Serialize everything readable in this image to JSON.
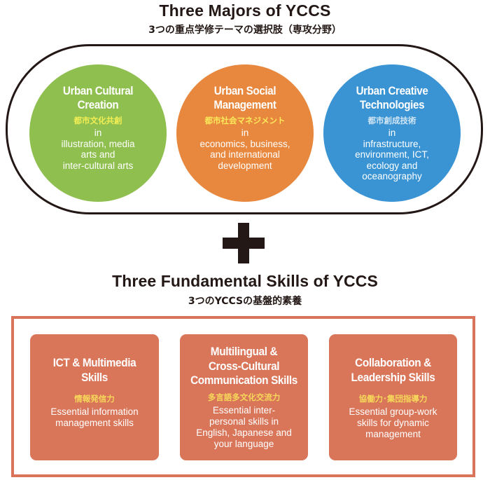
{
  "majors": {
    "title": "Three Majors of YCCS",
    "subtitle": "3つの重点学修テーマの選択肢（専攻分野）",
    "items": [
      {
        "name_line1": "Urban Cultural",
        "name_line2": "Creation",
        "jp": "都市文化共創",
        "desc": [
          "in",
          "illustration, media",
          "arts and",
          "inter-cultural arts"
        ],
        "color": "#8fbf4f"
      },
      {
        "name_line1": "Urban Social",
        "name_line2": "Management",
        "jp": "都市社会マネジメント",
        "desc": [
          "in",
          "economics, business,",
          "and international",
          "development"
        ],
        "color": "#e8883f"
      },
      {
        "name_line1": "Urban Creative",
        "name_line2": "Technologies",
        "jp": "都市創成技術",
        "desc": [
          "in",
          "infrastructure,",
          "environment, ICT,",
          "ecology and",
          "oceanography"
        ],
        "color": "#3a94d4"
      }
    ]
  },
  "connector": {
    "symbol": "plus-icon"
  },
  "skills": {
    "title": "Three Fundamental Skills of YCCS",
    "subtitle": "3つのYCCSの基盤的素養",
    "accent": "#d97558",
    "items": [
      {
        "name": [
          "ICT & Multimedia",
          "Skills"
        ],
        "jp": "情報発信力",
        "desc": [
          "Essential information",
          "management skills"
        ]
      },
      {
        "name": [
          "Multilingual &",
          "Cross-Cultural",
          "Communication Skills"
        ],
        "jp": "多言語多文化交流力",
        "desc": [
          "Essential inter-",
          "personal skills in",
          "English, Japanese and",
          "your language"
        ]
      },
      {
        "name": [
          "Collaboration &",
          "Leadership Skills"
        ],
        "jp": "協働力･集団指導力",
        "desc": [
          "Essential group-work",
          "skills for dynamic",
          "management"
        ]
      }
    ]
  }
}
